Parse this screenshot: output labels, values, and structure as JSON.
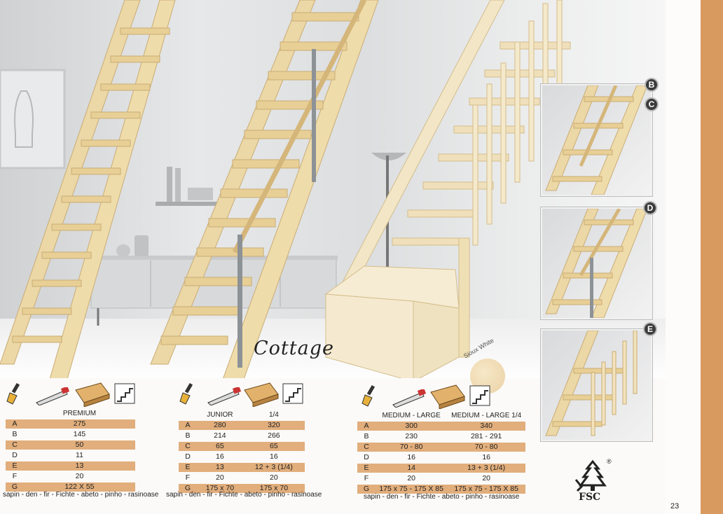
{
  "stair_name": "Cottage",
  "swatch_label": "Sioux White",
  "page_number": "23",
  "fsc_label": "FSC",
  "fsc_mark": "®",
  "badges": [
    "B",
    "C",
    "D",
    "E"
  ],
  "tables": [
    {
      "name": "premium",
      "columns": [
        "PREMIUM"
      ],
      "rows": [
        {
          "key": "A",
          "values": [
            "275"
          ]
        },
        {
          "key": "B",
          "values": [
            "145"
          ]
        },
        {
          "key": "C",
          "values": [
            "50"
          ]
        },
        {
          "key": "D",
          "values": [
            "11"
          ]
        },
        {
          "key": "E",
          "values": [
            "13"
          ]
        },
        {
          "key": "F",
          "values": [
            "20"
          ]
        },
        {
          "key": "G",
          "values": [
            "122 X 55"
          ]
        }
      ],
      "woods": "sapin - den - fir - Fichte - abeto - pinho - rasinoase"
    },
    {
      "name": "junior",
      "columns": [
        "JUNIOR",
        "1/4"
      ],
      "rows": [
        {
          "key": "A",
          "values": [
            "280",
            "320"
          ]
        },
        {
          "key": "B",
          "values": [
            "214",
            "266"
          ]
        },
        {
          "key": "C",
          "values": [
            "65",
            "65"
          ]
        },
        {
          "key": "D",
          "values": [
            "16",
            "16"
          ]
        },
        {
          "key": "E",
          "values": [
            "13",
            "12 + 3 (1/4)"
          ]
        },
        {
          "key": "F",
          "values": [
            "20",
            "20"
          ]
        },
        {
          "key": "G",
          "values": [
            "175 x 70",
            "175 x 70"
          ]
        }
      ],
      "woods": "sapin - den - fir - Fichte - abeto - pinho - rasinoase"
    },
    {
      "name": "medium-large",
      "columns": [
        "MEDIUM - LARGE",
        "MEDIUM - LARGE 1/4"
      ],
      "rows": [
        {
          "key": "A",
          "values": [
            "300",
            "340"
          ]
        },
        {
          "key": "B",
          "values": [
            "230",
            "281 - 291"
          ]
        },
        {
          "key": "C",
          "values": [
            "70 - 80",
            "70 - 80"
          ]
        },
        {
          "key": "D",
          "values": [
            "16",
            "16"
          ]
        },
        {
          "key": "E",
          "values": [
            "14",
            "13 + 3 (1/4)"
          ]
        },
        {
          "key": "F",
          "values": [
            "20",
            "20"
          ]
        },
        {
          "key": "G",
          "values": [
            "175 x 75 - 175 X 85",
            "175 x 75 - 175 X 85"
          ]
        }
      ],
      "woods": "sapin - den - fir - Fichte - abeto - pinho - rasinoase"
    }
  ]
}
